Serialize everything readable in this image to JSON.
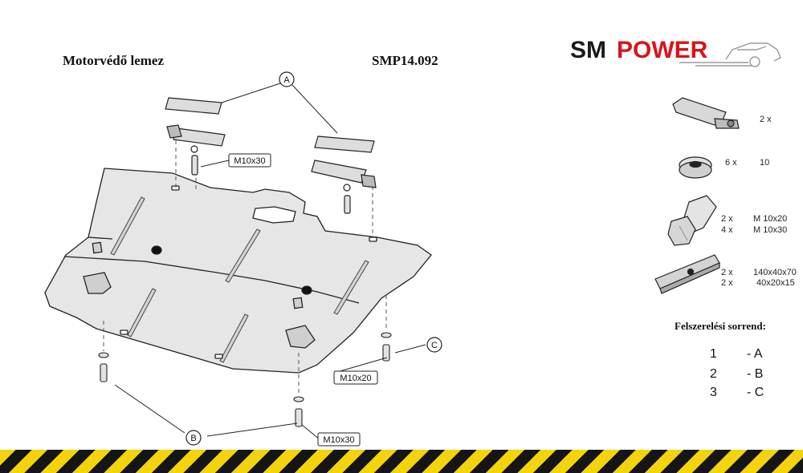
{
  "header": {
    "title": "Motorvédő lemez",
    "code": "SMP14.092"
  },
  "logo": {
    "sm": "SM",
    "power": "POWER",
    "sm_color": "#1a1a1a",
    "power_color": "#d8141b"
  },
  "callouts": {
    "a": "A",
    "b": "B",
    "c": "C"
  },
  "bolt_labels": {
    "top": "M10x30",
    "right": "M10x20",
    "bottom": "M10x30"
  },
  "parts": {
    "bracket_qty": "2 x",
    "washer_qty": "6 x",
    "washer_size": "10",
    "bolt_qty_1": "2 x",
    "bolt_size_1": "M 10x20",
    "bolt_qty_2": "4 x",
    "bolt_size_2": "M 10x30",
    "plate_qty_1": "2 x",
    "plate_size_1": "140x40x70",
    "plate_qty_2": "2 x",
    "plate_size_2": "40x20x15"
  },
  "sequence": {
    "title": "Felszerelési sorrend:",
    "rows": [
      {
        "num": "1",
        "letter": "- A"
      },
      {
        "num": "2",
        "letter": "- B"
      },
      {
        "num": "3",
        "letter": "- C"
      }
    ]
  },
  "colors": {
    "plate_fill": "#e6e6e6",
    "stripe_yellow": "#f2d30c",
    "stripe_black": "#151515"
  }
}
